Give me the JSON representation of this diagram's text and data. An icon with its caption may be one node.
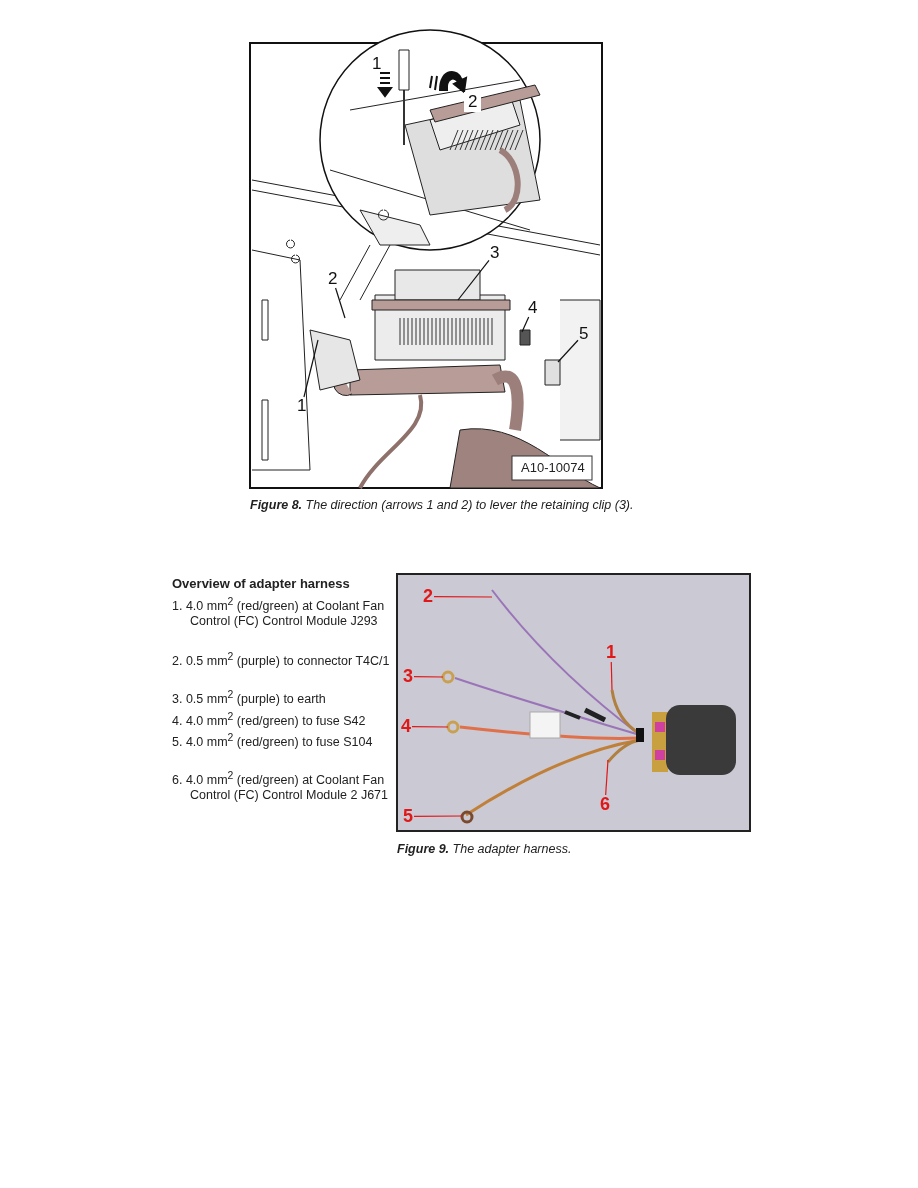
{
  "diagram": {
    "nodes": [
      {
        "text": [
          "3"
        ]
      },
      {
        "text": [
          "2"
        ]
      },
      {
        "text": [
          "4"
        ]
      },
      {
        "text": [
          "5"
        ]
      },
      {
        "text": [
          "1"
        ]
      },
      {
        "text": [
          "2"
        ]
      },
      {
        "text": [
          "1"
        ]
      },
      {
        "text": [
          "3"
        ]
      },
      {
        "text": [
          "4"
        ]
      },
      {
        "text": [
          "6"
        ]
      },
      {
        "text": [
          "5"
        ]
      }
    ],
    "edges": [
      {
        "from": 0,
        "to": null,
        "arrow": "none",
        "color": "#111111"
      },
      {
        "from": 1,
        "to": null,
        "arrow": "none",
        "color": "#111111"
      },
      {
        "from": 2,
        "to": null,
        "arrow": "none",
        "color": "#111111"
      },
      {
        "from": 3,
        "to": null,
        "arrow": "none",
        "color": "#111111"
      },
      {
        "from": 4,
        "to": null,
        "arrow": "none",
        "color": "#111111"
      },
      {
        "from": 5,
        "to": null,
        "arrow": "none"
      },
      {
        "from": 6,
        "to": null,
        "arrow": "none"
      },
      {
        "from": 7,
        "to": null,
        "arrow": "none"
      },
      {
        "from": 8,
        "to": null,
        "arrow": "none"
      },
      {
        "from": 9,
        "to": null,
        "arrow": "none"
      },
      {
        "from": 10,
        "to": null,
        "arrow": "none"
      }
    ],
    "labels": [
      "1",
      "2",
      "A10-10074",
      "**Figure 8.** The direction (arrows 1 and 2) to lever the retaining clip (3).",
      "Overview of adapter harness",
      "1. 4.0 mm$^{2}$ (red/green) at Coolant Fan Control (FC) Control Module J293",
      "2. 0.5 mm$^{2}$ (purple) to connector T4C/1",
      "3. 0.5 mm$^{2}$ (purple) to earth",
      "4. 4.0 mm$^{2}$ (red/green) to fuse S42",
      "5. 4.0 mm$^{2}$ (red/green) to fuse S104",
      "6. 4.0 mm$^{2}$ (red/green) at Coolant Fan Control (FC) Control Module 2 J671",
      "**Figure 9.** The adapter harness."
    ]
  }
}
